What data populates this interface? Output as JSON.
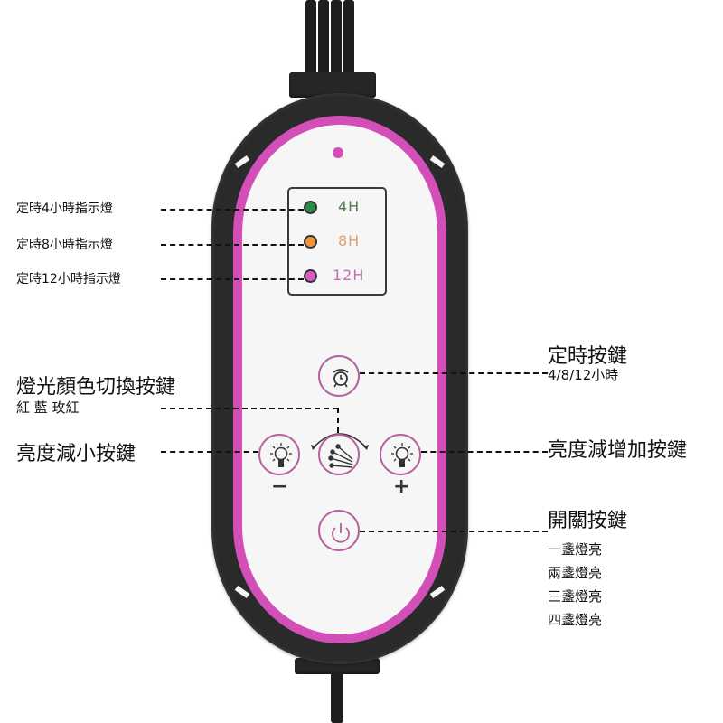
{
  "colors": {
    "accent_pink": "#d24fb8",
    "body_black": "#2a2a2a",
    "panel_white": "#f6f6f6",
    "button_ring": "#b5609f",
    "led_4h": "#2e8b4a",
    "led_8h": "#f0963a",
    "led_12h": "#d95ac0",
    "label_4h": "#5a7a5a",
    "label_8h": "#e0a070",
    "label_12h": "#c070b0"
  },
  "indicators": [
    {
      "id": "4h",
      "label": "4H",
      "annotation": "定時4小時指示燈",
      "color": "#2e8b4a"
    },
    {
      "id": "8h",
      "label": "8H",
      "annotation": "定時8小時指示燈",
      "color": "#f0963a"
    },
    {
      "id": "12h",
      "label": "12H",
      "annotation": "定時12小時指示燈",
      "color": "#d95ac0"
    }
  ],
  "buttons": {
    "timer": {
      "icon": "alarm-clock-icon",
      "title": "定時按鍵",
      "subtitle": "4/8/12小時"
    },
    "color": {
      "icon": "color-switch-icon",
      "title": "燈光顏色切換按鍵",
      "subtitle": "紅 藍 玫紅"
    },
    "dim_down": {
      "icon": "bulb-icon",
      "title": "亮度減小按鍵",
      "sign": "−"
    },
    "dim_up": {
      "icon": "bulb-icon",
      "title": "亮度減增加按鍵",
      "sign": "+"
    },
    "power": {
      "icon": "power-icon",
      "title": "開關按鍵",
      "modes": [
        "一盞燈亮",
        "兩盞燈亮",
        "三盞燈亮",
        "四盞燈亮"
      ]
    }
  }
}
